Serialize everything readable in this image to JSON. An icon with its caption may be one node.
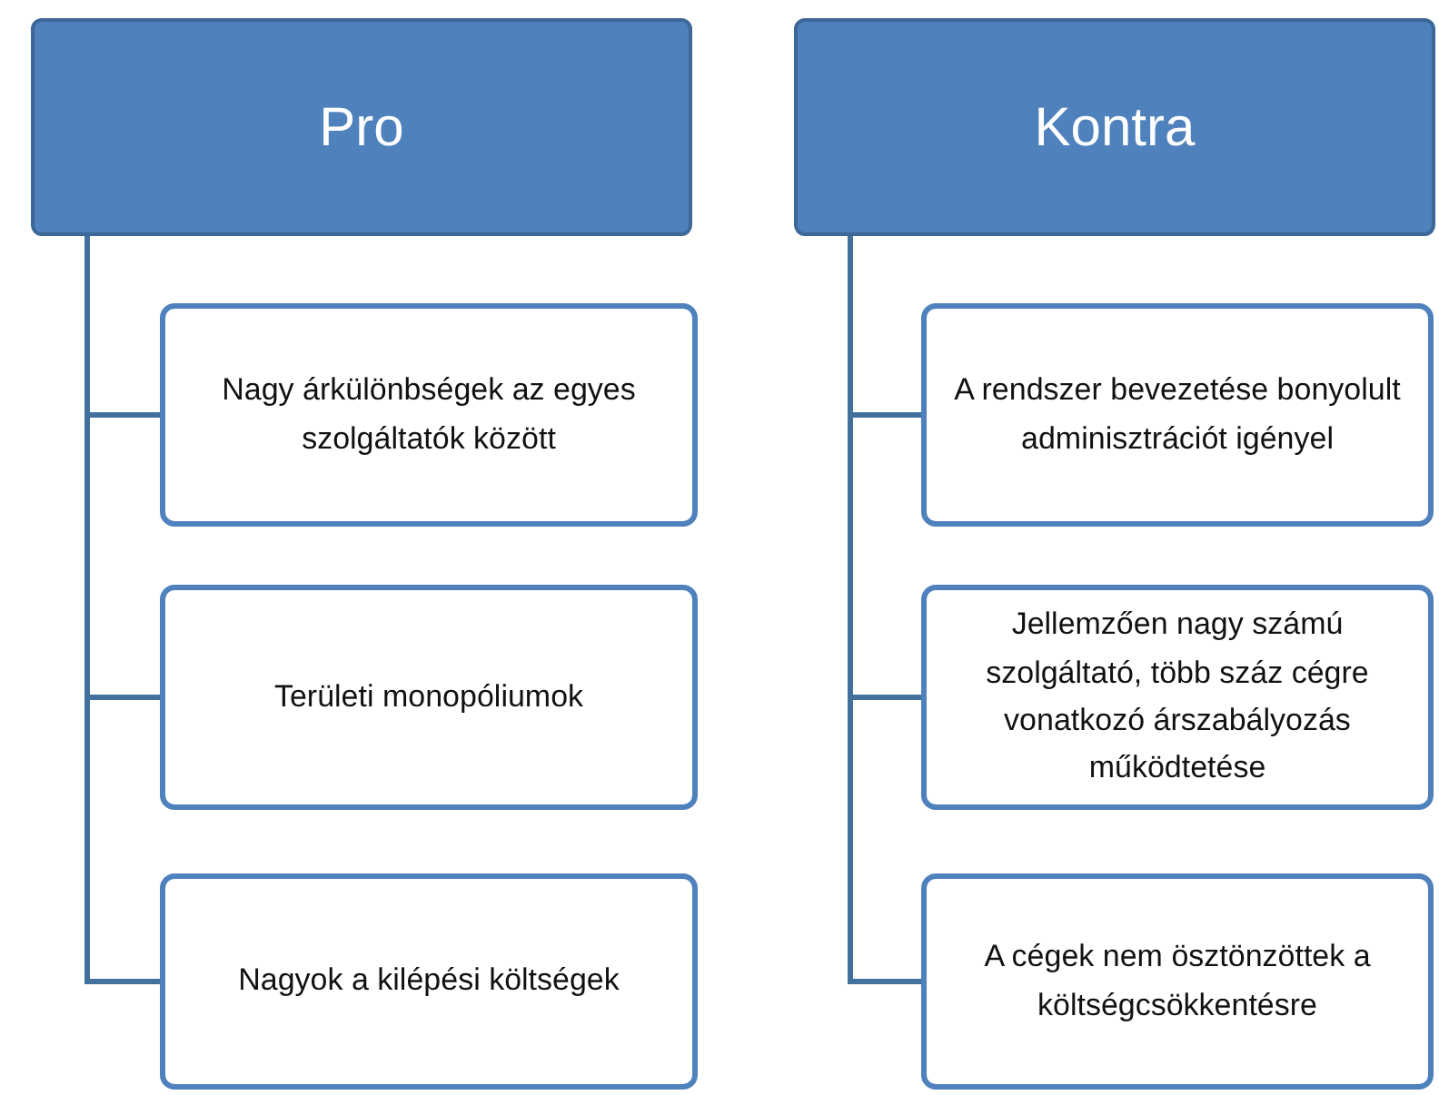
{
  "diagram": {
    "nodes": [
      {
        "text": [
          "Pro"
        ]
      },
      {
        "text": [
          "Nagy árkülönbségek az egyes szolgáltatók között"
        ]
      },
      {
        "text": [
          "Területi monopóliumok"
        ]
      },
      {
        "text": [
          "Nagyok a kilépési költségek"
        ]
      },
      {
        "text": [
          "Kontra"
        ]
      },
      {
        "text": [
          "A rendszer bevezetése bonyolult adminisztrációt igényel"
        ]
      },
      {
        "text": [
          "Jellemzően nagy számú szolgáltató, több száz cégre vonatkozó árszabályozás működtetése"
        ]
      },
      {
        "text": [
          "A cégek nem ösztönzöttek a költségcsökkentésre"
        ]
      }
    ],
    "edges": [
      {
        "from": 0,
        "to": 1,
        "arrow": "none"
      },
      {
        "from": 0,
        "to": 2,
        "arrow": "none"
      },
      {
        "from": 0,
        "to": 3,
        "arrow": "none"
      },
      {
        "from": 4,
        "to": 5,
        "arrow": "none"
      },
      {
        "from": 4,
        "to": 6,
        "arrow": "none"
      },
      {
        "from": 4,
        "to": 7,
        "arrow": "none"
      }
    ]
  }
}
